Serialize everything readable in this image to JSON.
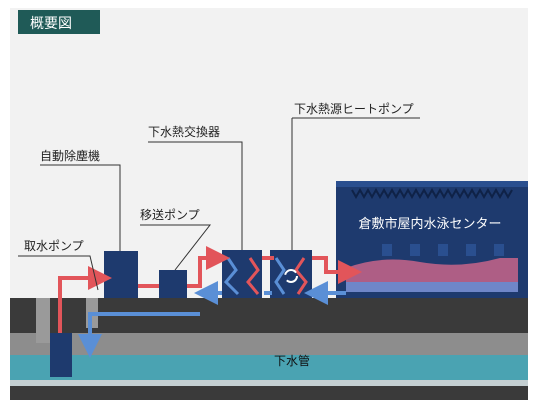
{
  "badge": {
    "label": "概要図",
    "color": "#1f5a57"
  },
  "labels": {
    "intake_pump": "取水ポンプ",
    "auto_screen": "自動除塵機",
    "transfer_pump": "移送ポンプ",
    "heat_exchanger": "下水熱交換器",
    "heat_pump": "下水熱源ヒートポンプ",
    "facility": "倉敷市屋内水泳センター",
    "sewer_pipe": "下水管"
  },
  "colors": {
    "background": "#f2f2f2",
    "ground_dark": "#3a3a3a",
    "ground_gray": "#8d8d8d",
    "pipe_teal": "#4aa3b2",
    "equipment_navy": "#1e3a6e",
    "warm_flow": "#e2555a",
    "cool_flow": "#5a8fd6",
    "pool_pink": "#c8658a"
  },
  "icons": {
    "circulation": "circulation-icon"
  }
}
